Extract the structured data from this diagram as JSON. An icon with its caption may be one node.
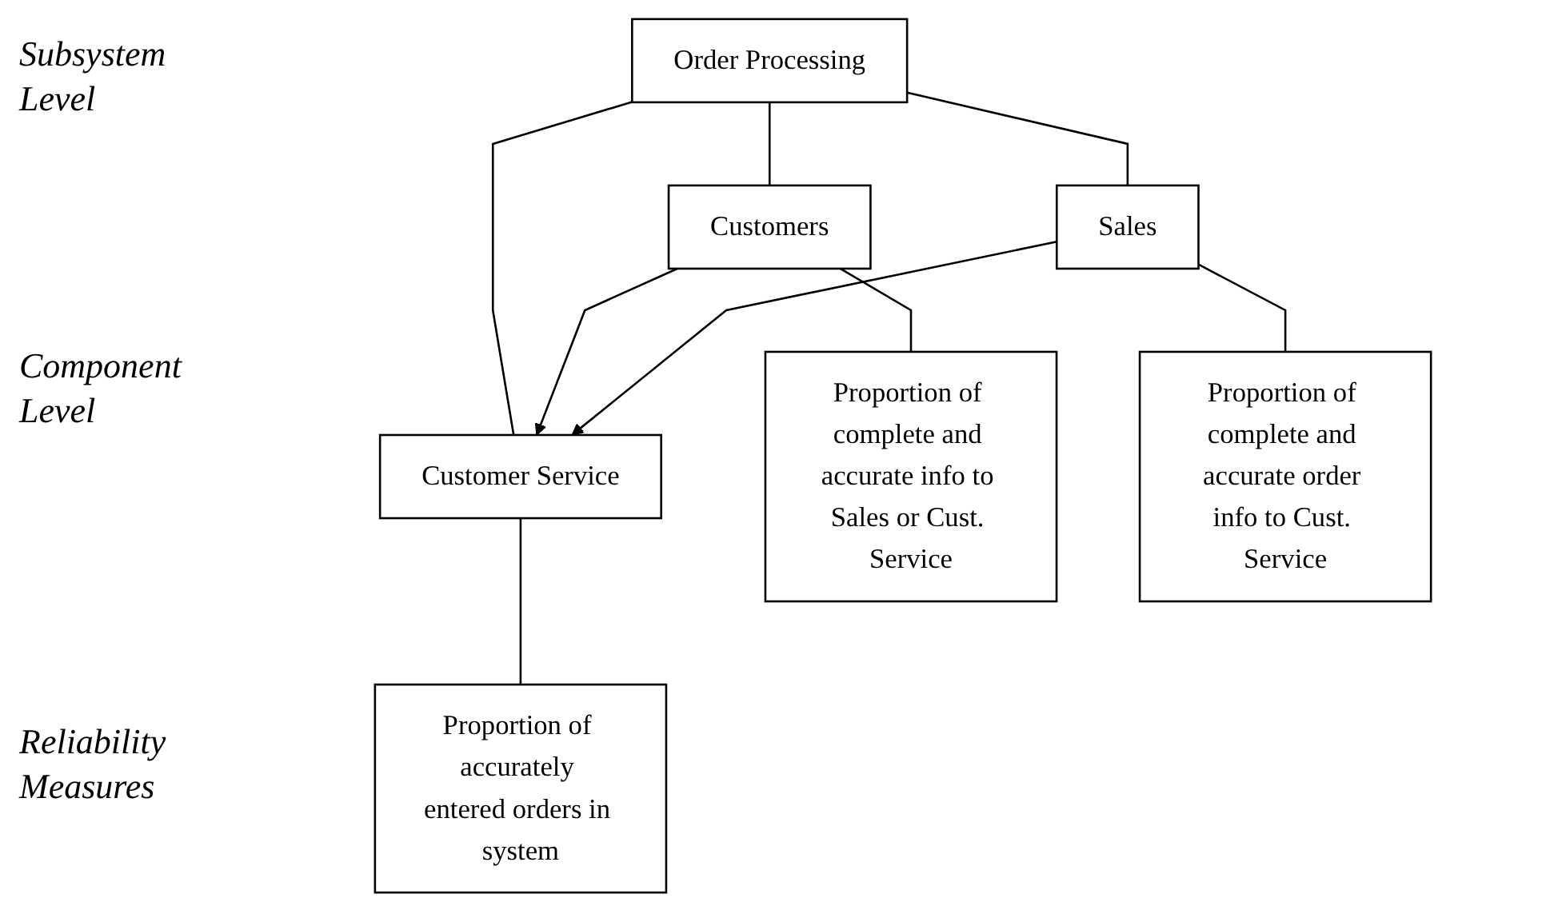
{
  "diagram": {
    "nodes": [
      {
        "text": [
          "Order Processing"
        ]
      },
      {
        "text": [
          "Customers"
        ]
      },
      {
        "text": [
          "Customer Service"
        ]
      },
      {
        "text": [
          "Sales"
        ]
      },
      {
        "text": [
          "Proportion of complete and accurate info to Sales or Cust. Service"
        ]
      },
      {
        "text": [
          "Proportion of accurately entered orders in system"
        ]
      },
      {
        "text": [
          "Proportion of complete and accurate order info to Cust. Service"
        ]
      }
    ],
    "edges": [
      {
        "from": 0,
        "to": 1,
        "arrow": "none"
      },
      {
        "from": 0,
        "to": 2,
        "arrow": "none"
      },
      {
        "from": 0,
        "to": 3,
        "arrow": "none"
      },
      {
        "from": 1,
        "to": 2,
        "arrow": "to"
      },
      {
        "from": 3,
        "to": 2,
        "arrow": "to"
      },
      {
        "from": 1,
        "to": 4,
        "arrow": "none"
      },
      {
        "from": 2,
        "to": 5,
        "arrow": "none"
      },
      {
        "from": 3,
        "to": 6,
        "arrow": "none"
      }
    ],
    "labels": [
      "Subsystem Level",
      "Component Level",
      "Reliability Measures"
    ]
  }
}
